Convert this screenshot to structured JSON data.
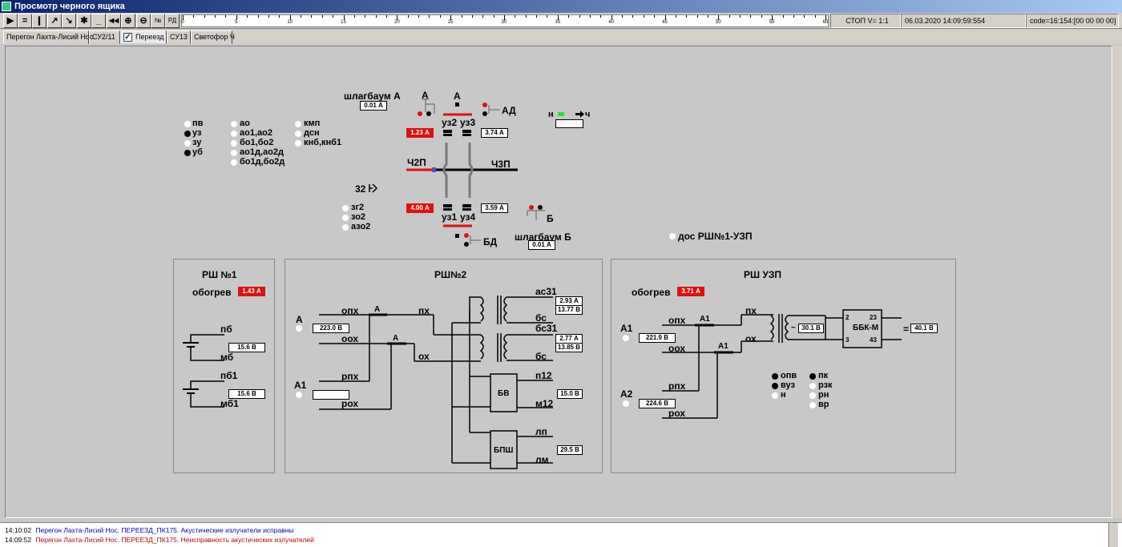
{
  "window": {
    "title": "Просмотр черного ящика"
  },
  "toolbar": {
    "buttons": [
      {
        "name": "play",
        "glyph": "▶"
      },
      {
        "name": "equal",
        "glyph": "="
      },
      {
        "name": "pause-bar",
        "glyph": "❙"
      },
      {
        "name": "arrow-up-right",
        "glyph": "↗"
      },
      {
        "name": "arrow-down-right",
        "glyph": "↘"
      },
      {
        "name": "asterisk",
        "glyph": "✱"
      },
      {
        "name": "minus",
        "glyph": "_"
      },
      {
        "name": "rewind",
        "glyph": "◀◀"
      },
      {
        "name": "zoom-in",
        "glyph": "⊕"
      },
      {
        "name": "zoom-out",
        "glyph": "⊖"
      },
      {
        "name": "numero",
        "glyph": "№"
      },
      {
        "name": "rd",
        "glyph": "РД"
      }
    ],
    "timeline_labels": [
      "0",
      "5",
      "10",
      "15",
      "20",
      "25",
      "30",
      "35",
      "40",
      "45",
      "50",
      "55",
      "60"
    ],
    "status_stop": "СТОП  V= 1:1",
    "status_datetime": "06.03.2020 14:09:59:554",
    "status_code": "code=16:154:[00 00 00 00]"
  },
  "tabs": [
    {
      "label": "Перегон Лахта-Лисий Нос"
    },
    {
      "label": "СУ2/11"
    },
    {
      "label": "Переезд",
      "checked": true
    },
    {
      "label": "СУ13"
    },
    {
      "label": "Светофор Ч"
    }
  ],
  "indicators_left": [
    {
      "label": "пв",
      "state": "off"
    },
    {
      "label": "уз",
      "state": "on"
    },
    {
      "label": "зу",
      "state": "off"
    },
    {
      "label": "уб",
      "state": "on"
    }
  ],
  "indicators_mid": [
    {
      "label": "ао",
      "state": "off"
    },
    {
      "label": "ао1,ао2",
      "state": "off"
    },
    {
      "label": "бо1,бо2",
      "state": "off"
    },
    {
      "label": "ао1д,ао2д",
      "state": "off"
    },
    {
      "label": "бо1д,бо2д",
      "state": "off"
    }
  ],
  "indicators_right": [
    {
      "label": "кмп",
      "state": "off"
    },
    {
      "label": "дсн",
      "state": "off"
    },
    {
      "label": "кнб,кнб1",
      "state": "off"
    }
  ],
  "indicators_z": [
    {
      "label": "зг2",
      "state": "off"
    },
    {
      "label": "зо2",
      "state": "off"
    },
    {
      "label": "азо2",
      "state": "off"
    }
  ],
  "crossing": {
    "barrier_a_label": "шлагбаум А",
    "barrier_a_value": "0.01 А",
    "barrier_b_label": "шлагбаум Б",
    "barrier_b_value": "0.01 А",
    "label_a1": "А",
    "label_a2": "А",
    "label_ad": "АД",
    "label_b": "Б",
    "label_bd": "БД",
    "uz2": "уз2",
    "uz3": "уз3",
    "uz1": "уз1",
    "uz4": "уз4",
    "current_top_left": "1.23 А",
    "current_top_right": "3.74 А",
    "current_bot_left": "4.00 А",
    "current_bot_right": "3.59 А",
    "track_left": "Ч2П",
    "track_right": "Ч3П",
    "label_32": "32",
    "nch_n": "н",
    "nch_ch": "ч",
    "dos_label": "дос РШ№1-УЗП"
  },
  "rsh1": {
    "title": "РШ №1",
    "heating_label": "обогрев",
    "heating_value": "1.43 А",
    "pb": "пб",
    "mb": "мб",
    "v1": "15.6 В",
    "pb1": "пб1",
    "mb1": "мб1",
    "v2": "15.6 В"
  },
  "rsh2": {
    "title": "РШ№2",
    "in_a": "А",
    "in_a_value": "223.0 В",
    "in_a1": "А1",
    "in_a1_value": "",
    "opkh": "опх",
    "oox": "оох",
    "rpkh": "рпх",
    "rokh": "рох",
    "px": "пх",
    "ox": "ох",
    "sw_a1": "А",
    "sw_a2": "А",
    "ac31": "ас31",
    "ac31_v1": "2.93 А",
    "ac31_v2": "13.77 В",
    "bc31": "бс31",
    "bc31_v1": "2.77 А",
    "bc31_v2": "13.85 В",
    "bc": "бс",
    "p12": "п12",
    "m12": "м12",
    "bv": "БВ",
    "bv_value": "15.0 В",
    "lp": "лп",
    "lm": "лм",
    "bpsh": "БПШ",
    "bpsh_value": "29.5 В"
  },
  "rshuzp": {
    "title": "РШ  УЗП",
    "heating_label": "обогрев",
    "heating_value": "3.71 А",
    "in_a1": "А1",
    "in_a1_value": "221.9 В",
    "in_a2": "А2",
    "in_a2_value": "224.6 В",
    "opkh": "опх",
    "oox": "оох",
    "rpkh": "рпх",
    "rokh": "рох",
    "px": "пх",
    "ox": "ох",
    "sw1": "А1",
    "sw2": "А1",
    "trans_value": "30.1 В",
    "tilde": "~",
    "bbk": "ББК-М",
    "pin2": "2",
    "pin23": "23",
    "pin3": "3",
    "pin43": "43",
    "eq": "=",
    "out_value": "40.1 В",
    "ind_left": [
      {
        "label": "опв",
        "state": "on"
      },
      {
        "label": "вуз",
        "state": "on"
      },
      {
        "label": "н",
        "state": "off"
      }
    ],
    "ind_right": [
      {
        "label": "пк",
        "state": "on"
      },
      {
        "label": "рзк",
        "state": "off"
      },
      {
        "label": "рн",
        "state": "off"
      },
      {
        "label": "вр",
        "state": "off"
      }
    ]
  },
  "log": [
    {
      "time": "14:10:02",
      "text": "Перегон Лахта-Лисий Нос. ПЕРЕЕЗД_ПК175. Акустические излучатели исправны",
      "color": "#0000c0"
    },
    {
      "time": "14:09:52",
      "text": "Перегон Лахта-Лисий Нос. ПЕРЕЕЗД_ПК175. Неисправность акустических излучателей",
      "color": "#c00000"
    }
  ],
  "colors": {
    "alarm_red": "#e01010",
    "track_red": "#e01010",
    "indicator_green": "#30e030",
    "navy": "#0000c0"
  }
}
